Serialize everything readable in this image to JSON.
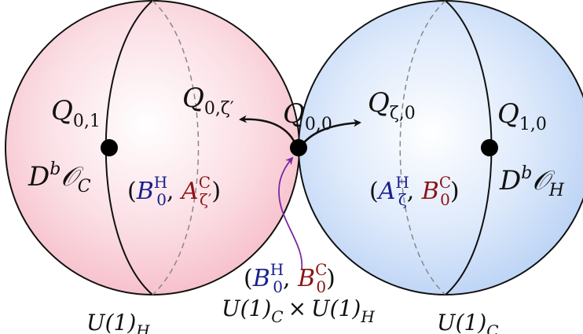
{
  "labels": {
    "q01": {
      "base": "Q",
      "sub": "0,1"
    },
    "q0zeta": {
      "base": "Q",
      "sub": "0,ζ′"
    },
    "q00": {
      "base": "Q",
      "sub": "0,0"
    },
    "qzeta0": {
      "base": "Q",
      "sub": "ζ,0"
    },
    "q10": {
      "base": "Q",
      "sub": "1,0"
    },
    "dboc": {
      "d": "D",
      "sup": "b",
      "o": "𝒪",
      "sub": "C"
    },
    "dboh": {
      "d": "D",
      "sup": "b",
      "o": "𝒪",
      "sub": "H"
    },
    "left_pair": {
      "b": "B",
      "b_sub": "0",
      "b_sup": "H",
      "a": "A",
      "a_sub": "ζ′",
      "a_sup": "C"
    },
    "right_pair": {
      "a": "A",
      "a_sub": "ζ",
      "a_sup": "H",
      "b": "B",
      "b_sub": "0",
      "b_sup": "C"
    },
    "bottom_pair": {
      "b1": "B",
      "b1_sub": "0",
      "b1_sup": "H",
      "b2": "B",
      "b2_sub": "0",
      "b2_sup": "C"
    },
    "product": {
      "u1": "U(1)",
      "s1": "C",
      "times": "×",
      "u2": "U(1)",
      "s2": "H"
    },
    "u1h": {
      "u": "U(1)",
      "sub": "H"
    },
    "u1c": {
      "u": "U(1)",
      "sub": "C"
    }
  },
  "colors": {
    "left_sphere": "#f8c9d2",
    "right_sphere": "#c2d9f7",
    "arrow": "#111111",
    "purple_arrow": "#7a2aa0",
    "blue_text": "#1a1f8c",
    "red_text": "#8b1414"
  }
}
